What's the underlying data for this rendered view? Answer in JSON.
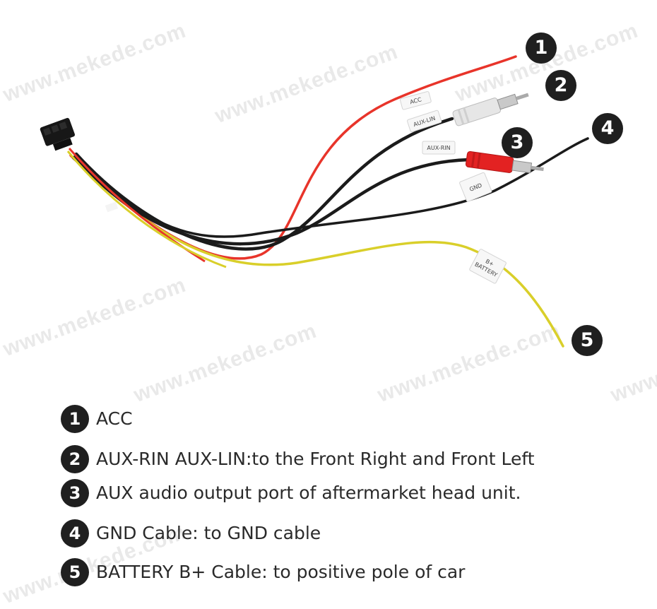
{
  "watermark": "www.mekede.com",
  "photo_tags": {
    "acc": "ACC",
    "aux_lin": "AUX-LIN",
    "aux_rin": "AUX-RIN",
    "gnd": "GND",
    "battery_top": "B+",
    "battery_bottom": "BATTERY"
  },
  "callouts": [
    "1",
    "2",
    "3",
    "4",
    "5"
  ],
  "legend": [
    {
      "num": "1",
      "text": "ACC"
    },
    {
      "num": "2",
      "text": "AUX-RIN  AUX-LIN:to the Front Right and Front Left"
    },
    {
      "num": "3",
      "text": "AUX audio output port of aftermarket head unit."
    },
    {
      "num": "4",
      "text": "GND Cable: to GND cable"
    },
    {
      "num": "5",
      "text": "BATTERY B+ Cable: to positive pole of car"
    }
  ],
  "colors": {
    "red_wire": "#e8342a",
    "black_wire": "#1b1b1b",
    "yellow_wire": "#d9cf2a",
    "red_plug": "#e32222",
    "white_plug": "#e6e6e6",
    "badge": "#1f1f1f"
  }
}
